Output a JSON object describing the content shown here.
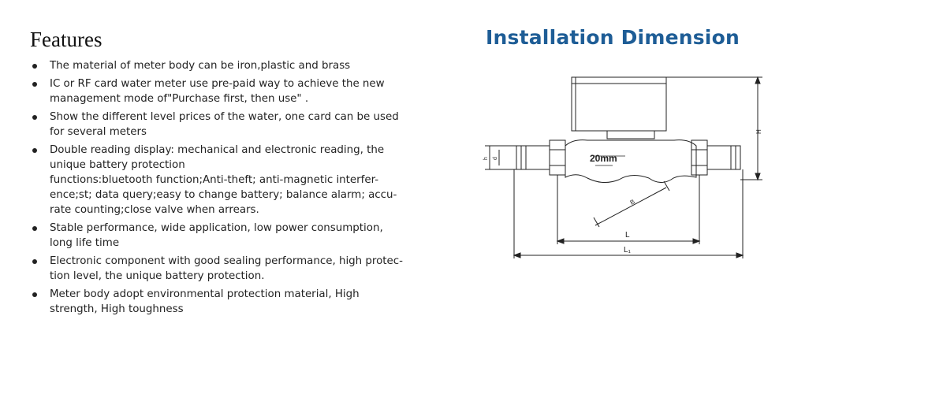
{
  "features": {
    "title": "Features",
    "items": [
      {
        "lines": [
          "The material of meter body can be iron,plastic and brass"
        ]
      },
      {
        "lines": [
          "IC or RF card water meter use pre-paid way to achieve the new",
          "management mode of\"Purchase first, then use\" ."
        ]
      },
      {
        "lines": [
          "Show the different level prices of the water, one card can be used",
          "for several meters"
        ]
      },
      {
        "lines": [
          "Double reading display: mechanical and electronic reading, the",
          "unique battery protection",
          "functions:bluetooth function;Anti-theft; anti-magnetic interfer-",
          "ence;st; data query;easy to change battery; balance alarm; accu-",
          "rate counting;close valve when arrears."
        ]
      },
      {
        "lines": [
          "Stable performance, wide application, low power consumption,",
          "long life time"
        ]
      },
      {
        "lines": [
          "Electronic component with good sealing performance, high protec-",
          "tion level, the unique battery protection."
        ]
      },
      {
        "lines": [
          "Meter body adopt environmental protection material, High",
          "strength, High toughness"
        ]
      }
    ]
  },
  "installation": {
    "title": "Installation Dimension",
    "diagram": {
      "size_label": "20mm",
      "dim_L": "L",
      "dim_L1": "L₁",
      "dim_H": "H",
      "dim_B": "B",
      "dim_h": "h",
      "dim_d": "d"
    }
  },
  "colors": {
    "heading_blue": "#1e5d96",
    "text": "#222222"
  }
}
